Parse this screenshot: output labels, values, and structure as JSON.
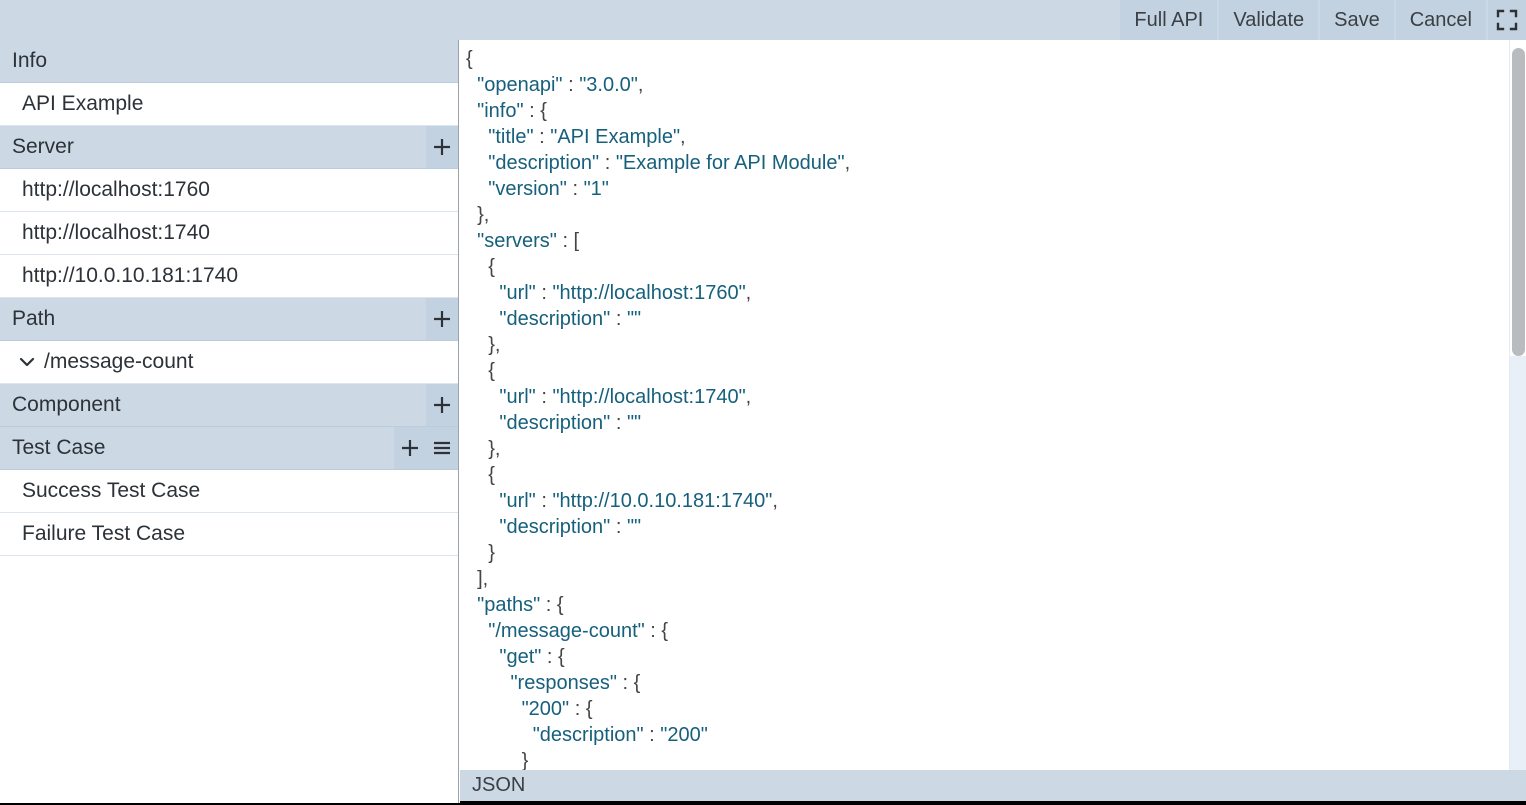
{
  "toolbar": {
    "buttons": [
      {
        "label": "Full API",
        "name": "full-api-button"
      },
      {
        "label": "Validate",
        "name": "validate-button"
      },
      {
        "label": "Save",
        "name": "save-button"
      },
      {
        "label": "Cancel",
        "name": "cancel-button"
      }
    ],
    "fullscreen_icon": "fullscreen-icon",
    "background_color": "#ccd9e5",
    "button_color": "#c3d2e0"
  },
  "sidebar": {
    "sections": [
      {
        "title": "Info",
        "actions": [],
        "items": [
          {
            "label": "API Example"
          }
        ]
      },
      {
        "title": "Server",
        "actions": [
          {
            "icon": "plus-icon"
          }
        ],
        "items": [
          {
            "label": "http://localhost:1760"
          },
          {
            "label": "http://localhost:1740"
          },
          {
            "label": "http://10.0.10.181:1740"
          }
        ]
      },
      {
        "title": "Path",
        "actions": [
          {
            "icon": "plus-icon"
          }
        ],
        "items": [
          {
            "label": "/message-count",
            "chevron": "chevron-down-icon"
          }
        ]
      },
      {
        "title": "Component",
        "actions": [
          {
            "icon": "plus-icon"
          }
        ],
        "items": []
      },
      {
        "title": "Test Case",
        "actions": [
          {
            "icon": "plus-icon"
          },
          {
            "icon": "hamburger-menu-icon"
          }
        ],
        "items": [
          {
            "label": "Success Test Case"
          },
          {
            "label": "Failure Test Case"
          }
        ]
      }
    ]
  },
  "editor": {
    "language": "JSON",
    "text_color": "#17607d",
    "punctuation_color": "#454545",
    "lines": [
      [
        {
          "t": "p",
          "v": "{"
        }
      ],
      [
        {
          "t": "p",
          "v": "  "
        },
        {
          "t": "k",
          "v": "\"openapi\""
        },
        {
          "t": "p",
          "v": " : "
        },
        {
          "t": "s",
          "v": "\"3.0.0\""
        },
        {
          "t": "p",
          "v": ","
        }
      ],
      [
        {
          "t": "p",
          "v": "  "
        },
        {
          "t": "k",
          "v": "\"info\""
        },
        {
          "t": "p",
          "v": " : {"
        }
      ],
      [
        {
          "t": "p",
          "v": "    "
        },
        {
          "t": "k",
          "v": "\"title\""
        },
        {
          "t": "p",
          "v": " : "
        },
        {
          "t": "s",
          "v": "\"API Example\""
        },
        {
          "t": "p",
          "v": ","
        }
      ],
      [
        {
          "t": "p",
          "v": "    "
        },
        {
          "t": "k",
          "v": "\"description\""
        },
        {
          "t": "p",
          "v": " : "
        },
        {
          "t": "s",
          "v": "\"Example for API Module\""
        },
        {
          "t": "p",
          "v": ","
        }
      ],
      [
        {
          "t": "p",
          "v": "    "
        },
        {
          "t": "k",
          "v": "\"version\""
        },
        {
          "t": "p",
          "v": " : "
        },
        {
          "t": "s",
          "v": "\"1\""
        }
      ],
      [
        {
          "t": "p",
          "v": "  },"
        }
      ],
      [
        {
          "t": "p",
          "v": "  "
        },
        {
          "t": "k",
          "v": "\"servers\""
        },
        {
          "t": "p",
          "v": " : ["
        }
      ],
      [
        {
          "t": "p",
          "v": "    {"
        }
      ],
      [
        {
          "t": "p",
          "v": "      "
        },
        {
          "t": "k",
          "v": "\"url\""
        },
        {
          "t": "p",
          "v": " : "
        },
        {
          "t": "s",
          "v": "\"http://localhost:1760\""
        },
        {
          "t": "p",
          "v": ","
        }
      ],
      [
        {
          "t": "p",
          "v": "      "
        },
        {
          "t": "k",
          "v": "\"description\""
        },
        {
          "t": "p",
          "v": " : "
        },
        {
          "t": "s",
          "v": "\"\""
        }
      ],
      [
        {
          "t": "p",
          "v": "    },"
        }
      ],
      [
        {
          "t": "p",
          "v": "    {"
        }
      ],
      [
        {
          "t": "p",
          "v": "      "
        },
        {
          "t": "k",
          "v": "\"url\""
        },
        {
          "t": "p",
          "v": " : "
        },
        {
          "t": "s",
          "v": "\"http://localhost:1740\""
        },
        {
          "t": "p",
          "v": ","
        }
      ],
      [
        {
          "t": "p",
          "v": "      "
        },
        {
          "t": "k",
          "v": "\"description\""
        },
        {
          "t": "p",
          "v": " : "
        },
        {
          "t": "s",
          "v": "\"\""
        }
      ],
      [
        {
          "t": "p",
          "v": "    },"
        }
      ],
      [
        {
          "t": "p",
          "v": "    {"
        }
      ],
      [
        {
          "t": "p",
          "v": "      "
        },
        {
          "t": "k",
          "v": "\"url\""
        },
        {
          "t": "p",
          "v": " : "
        },
        {
          "t": "s",
          "v": "\"http://10.0.10.181:1740\""
        },
        {
          "t": "p",
          "v": ","
        }
      ],
      [
        {
          "t": "p",
          "v": "      "
        },
        {
          "t": "k",
          "v": "\"description\""
        },
        {
          "t": "p",
          "v": " : "
        },
        {
          "t": "s",
          "v": "\"\""
        }
      ],
      [
        {
          "t": "p",
          "v": "    }"
        }
      ],
      [
        {
          "t": "p",
          "v": "  ],"
        }
      ],
      [
        {
          "t": "p",
          "v": "  "
        },
        {
          "t": "k",
          "v": "\"paths\""
        },
        {
          "t": "p",
          "v": " : {"
        }
      ],
      [
        {
          "t": "p",
          "v": "    "
        },
        {
          "t": "k",
          "v": "\"/message-count\""
        },
        {
          "t": "p",
          "v": " : {"
        }
      ],
      [
        {
          "t": "p",
          "v": "      "
        },
        {
          "t": "k",
          "v": "\"get\""
        },
        {
          "t": "p",
          "v": " : {"
        }
      ],
      [
        {
          "t": "p",
          "v": "        "
        },
        {
          "t": "k",
          "v": "\"responses\""
        },
        {
          "t": "p",
          "v": " : {"
        }
      ],
      [
        {
          "t": "p",
          "v": "          "
        },
        {
          "t": "k",
          "v": "\"200\""
        },
        {
          "t": "p",
          "v": " : {"
        }
      ],
      [
        {
          "t": "p",
          "v": "            "
        },
        {
          "t": "k",
          "v": "\"description\""
        },
        {
          "t": "p",
          "v": " : "
        },
        {
          "t": "s",
          "v": "\"200\""
        }
      ],
      [
        {
          "t": "p",
          "v": "          }"
        }
      ]
    ]
  },
  "scrollbar": {
    "thumb_color": "#b8bcbf",
    "position_percent": 0
  }
}
